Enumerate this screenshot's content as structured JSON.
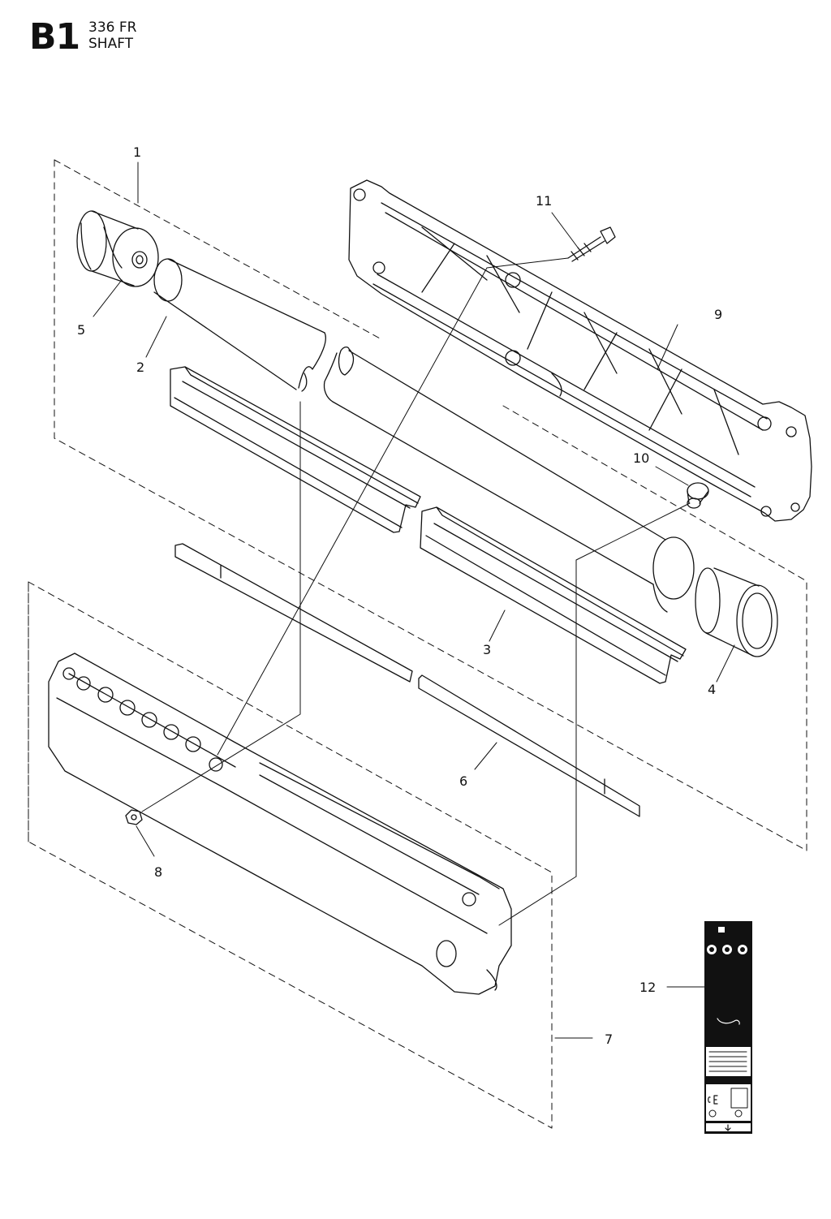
{
  "header": {
    "section_code": "B1",
    "model": "336 FR",
    "title": "SHAFT"
  },
  "callouts": [
    {
      "id": "1",
      "label": "1"
    },
    {
      "id": "2",
      "label": "2"
    },
    {
      "id": "3",
      "label": "3"
    },
    {
      "id": "4",
      "label": "4"
    },
    {
      "id": "5",
      "label": "5"
    },
    {
      "id": "6",
      "label": "6"
    },
    {
      "id": "7",
      "label": "7"
    },
    {
      "id": "8",
      "label": "8"
    },
    {
      "id": "9",
      "label": "9"
    },
    {
      "id": "10",
      "label": "10"
    },
    {
      "id": "11",
      "label": "11"
    },
    {
      "id": "12",
      "label": "12"
    }
  ],
  "colors": {
    "line": "#111111",
    "decal": "#111111",
    "background": "#ffffff"
  }
}
